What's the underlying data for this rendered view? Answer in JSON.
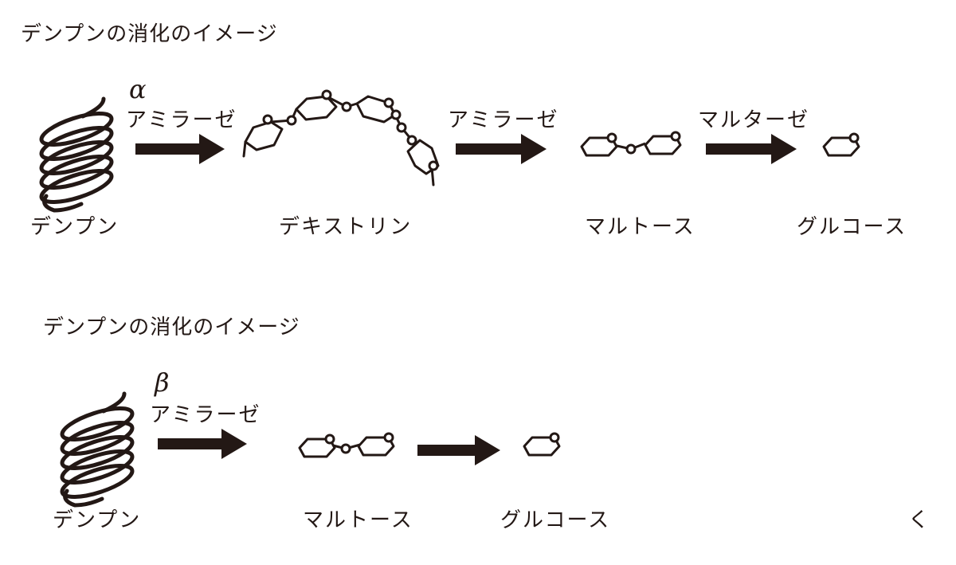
{
  "diagram1": {
    "title": "デンプンの消化のイメージ",
    "greek": "α",
    "enzyme1": "アミラーゼ",
    "enzyme2": "アミラーゼ",
    "enzyme3": "マルターゼ",
    "label_starch": "デンプン",
    "label_dextrin": "デキストリン",
    "label_maltose": "マルトース",
    "label_glucose": "グルコース"
  },
  "diagram2": {
    "title": "デンプンの消化のイメージ",
    "greek": "β",
    "enzyme1": "アミラーゼ",
    "label_starch": "デンプン",
    "label_maltose": "マルトース",
    "label_glucose": "グルコース",
    "edge_fragment": "く"
  },
  "colors": {
    "ink": "#231815",
    "background": "#ffffff"
  }
}
